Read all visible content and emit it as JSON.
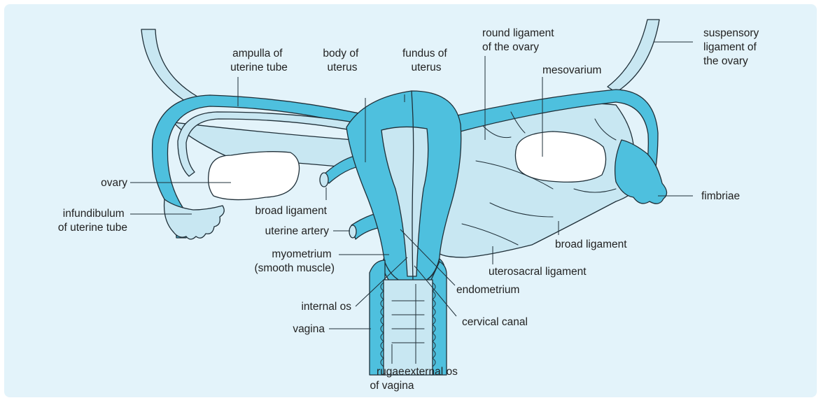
{
  "colors": {
    "panel_background": "#e3f3fa",
    "tissue_dark": "#4ec0de",
    "tissue_light": "#c8e7f2",
    "ovary_fill": "#ffffff",
    "outline": "#1f2f38"
  },
  "labels": {
    "ampulla": [
      "ampulla of",
      "uterine tube"
    ],
    "body_of_uterus": [
      "body of",
      "uterus"
    ],
    "fundus_of_uterus": [
      "fundus of",
      "uterus"
    ],
    "round_ligament": [
      "round ligament",
      "of the ovary"
    ],
    "mesovarium": [
      "mesovarium"
    ],
    "suspensory_ligament": [
      "suspensory",
      "ligament of",
      "the ovary"
    ],
    "ovary": [
      "ovary"
    ],
    "infundibulum": [
      "infundibulum",
      "of uterine tube"
    ],
    "broad_ligament_left": [
      "broad ligament"
    ],
    "uterine_artery": [
      "uterine artery"
    ],
    "myometrium": [
      "myometrium",
      "(smooth muscle)"
    ],
    "internal_os": [
      "internal os"
    ],
    "vagina": [
      "vagina"
    ],
    "rugae": [
      "rugae",
      "of vagina"
    ],
    "external_os": [
      "external os"
    ],
    "cervical_canal": [
      "cervical canal"
    ],
    "endometrium": [
      "endometrium"
    ],
    "uterosacral_ligament": [
      "uterosacral ligament"
    ],
    "broad_ligament_right": [
      "broad ligament"
    ],
    "fimbriae": [
      "fimbriae"
    ]
  }
}
